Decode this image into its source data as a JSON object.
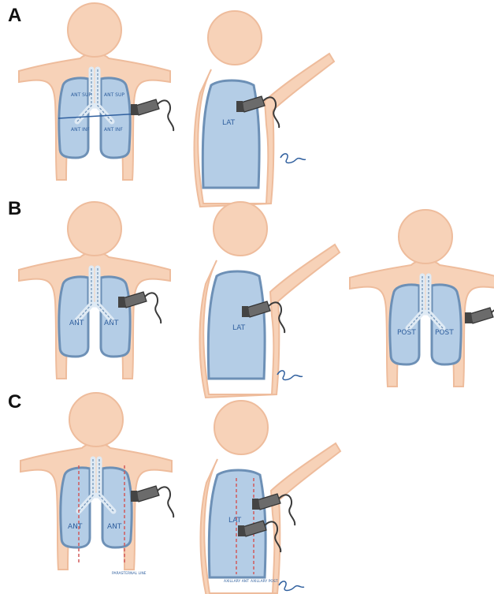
{
  "panels": [
    {
      "letter": "A",
      "figures": [
        {
          "view": "front",
          "zones": [
            "ANT SUP",
            "ANT SUP",
            "ANT INF",
            "ANT INF"
          ],
          "probe_side": "right",
          "guide_lines": "horizontal"
        },
        {
          "view": "lateral",
          "zones": [
            "LAT"
          ],
          "probe_count": 1,
          "signature": "signature"
        }
      ]
    },
    {
      "letter": "B",
      "figures": [
        {
          "view": "front",
          "zones": [
            "ANT",
            "ANT"
          ]
        },
        {
          "view": "lateral",
          "zones": [
            "LAT"
          ],
          "probe_count": 1,
          "signature": "signature"
        },
        {
          "view": "back",
          "zones": [
            "POST",
            "POST"
          ]
        }
      ]
    },
    {
      "letter": "C",
      "figures": [
        {
          "view": "front",
          "zones": [
            "ANT",
            "ANT"
          ],
          "line_label": "PARASTERNAL LINE",
          "guide_lines": "vertical"
        },
        {
          "view": "lateral",
          "zones": [
            "LAT"
          ],
          "probe_count": 2,
          "line_labels": [
            "AXILLARY ANT",
            "AXILLARY POST"
          ],
          "signature": "signature"
        }
      ]
    }
  ],
  "colors": {
    "skin": "#f7d2b8",
    "skin_outline": "#eebc9c",
    "lung_fill": "#b4cde6",
    "lung_outline": "#6d90b6",
    "airway": "#dfeaf4",
    "probe": "#6b6b6b",
    "cable": "#3a3a3a",
    "handwriting": "#2f5f9e",
    "guide_line": "#d25a5a"
  }
}
